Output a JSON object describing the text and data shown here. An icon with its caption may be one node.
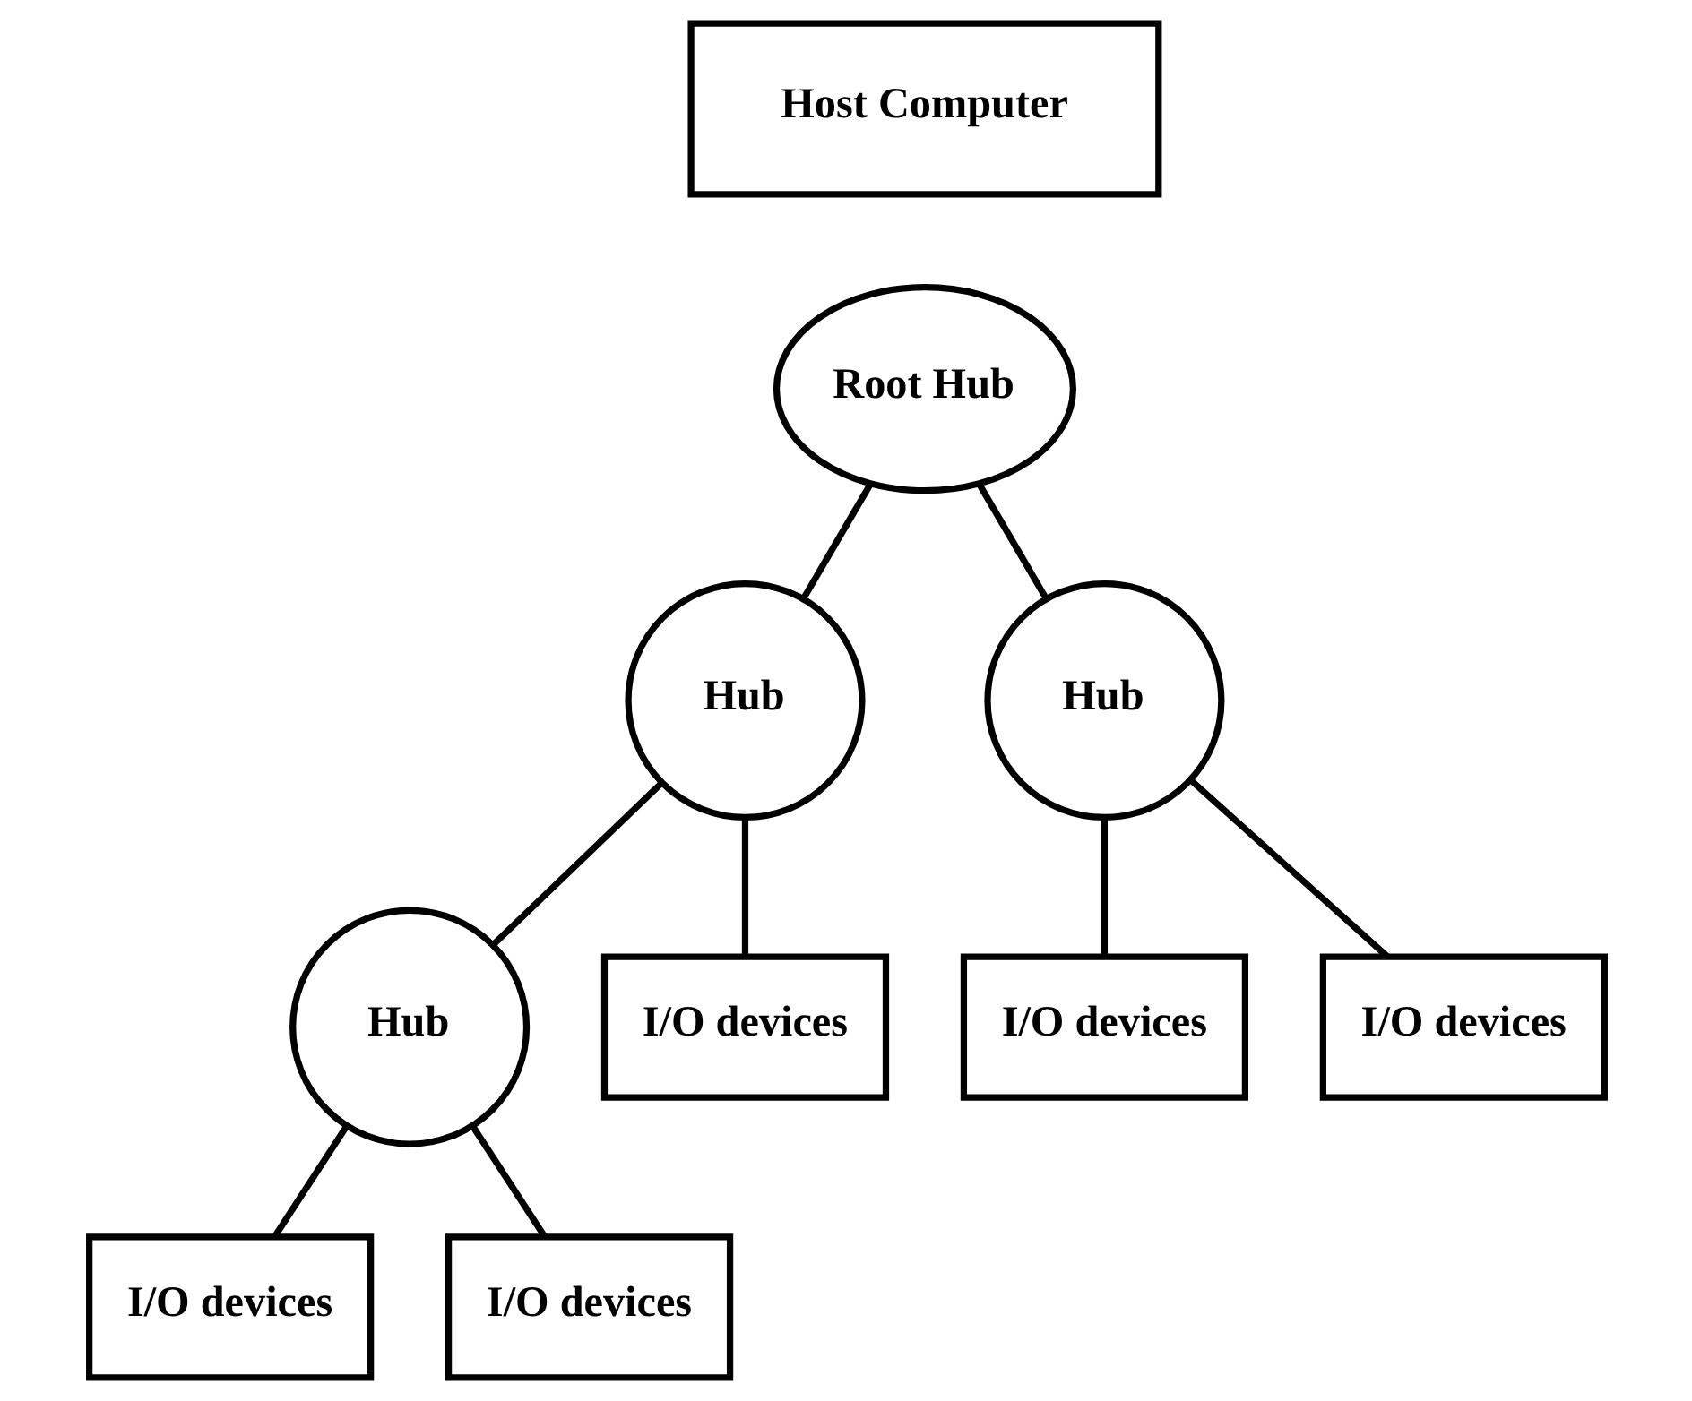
{
  "diagram": {
    "nodes": [
      {
        "text": [
          "Host Computer"
        ]
      },
      {
        "text": [
          "Root Hub"
        ]
      },
      {
        "text": [
          "Hub"
        ]
      },
      {
        "text": [
          "Hub"
        ]
      },
      {
        "text": [
          "Hub"
        ]
      },
      {
        "text": [
          "I/O devices"
        ]
      },
      {
        "text": [
          "I/O devices"
        ]
      },
      {
        "text": [
          "I/O devices"
        ]
      },
      {
        "text": [
          "I/O devices"
        ]
      },
      {
        "text": [
          "I/O devices"
        ]
      }
    ],
    "edges": [
      {
        "from": 1,
        "to": 2,
        "arrow": "none"
      },
      {
        "from": 1,
        "to": 3,
        "arrow": "none"
      },
      {
        "from": 2,
        "to": 4,
        "arrow": "none"
      },
      {
        "from": 2,
        "to": 5,
        "arrow": "none"
      },
      {
        "from": 3,
        "to": 6,
        "arrow": "none"
      },
      {
        "from": 3,
        "to": 7,
        "arrow": "none"
      },
      {
        "from": 4,
        "to": 8,
        "arrow": "none"
      },
      {
        "from": 4,
        "to": 9,
        "arrow": "none"
      }
    ]
  }
}
